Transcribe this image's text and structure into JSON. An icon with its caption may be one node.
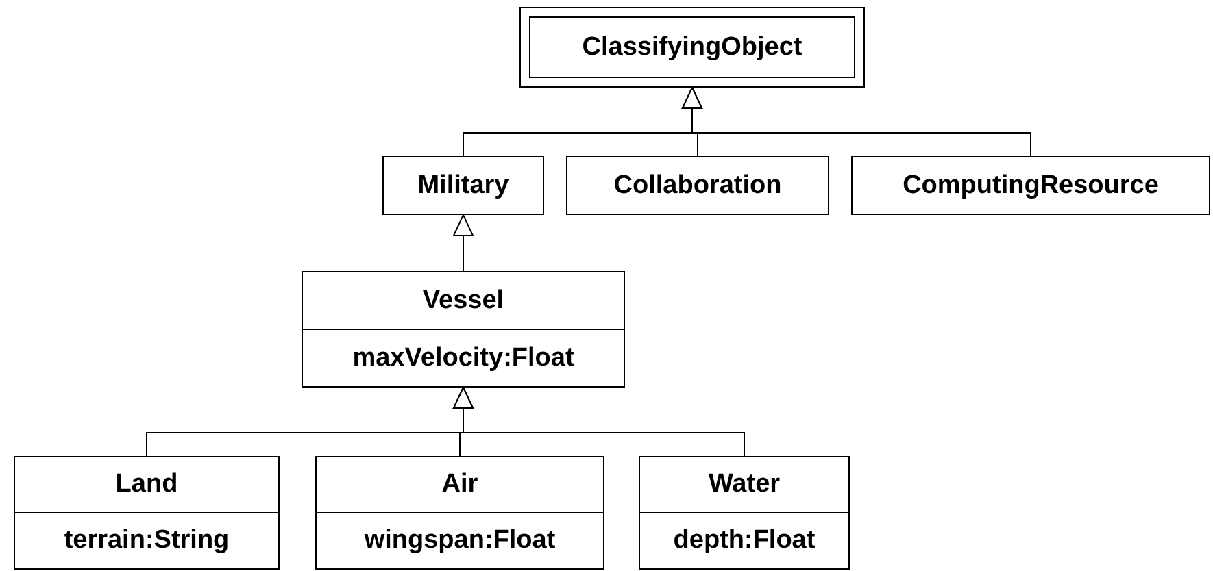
{
  "diagram": {
    "nodes": [
      {
        "text": [
          "ClassifyingObject"
        ]
      },
      {
        "text": [
          "Military"
        ]
      },
      {
        "text": [
          "Collaboration"
        ]
      },
      {
        "text": [
          "ComputingResource"
        ]
      },
      {
        "text": [
          "Vessel",
          "maxVelocity:Float"
        ]
      },
      {
        "text": [
          "Land",
          "terrain:String"
        ]
      },
      {
        "text": [
          "Air",
          "wingspan:Float"
        ]
      },
      {
        "text": [
          "Water",
          "depth:Float"
        ]
      }
    ],
    "edges": [
      {
        "from": 1,
        "to": 0,
        "arrow": "to"
      },
      {
        "from": 2,
        "to": 0,
        "arrow": "to"
      },
      {
        "from": 3,
        "to": 0,
        "arrow": "to"
      },
      {
        "from": 4,
        "to": 1,
        "arrow": "to"
      },
      {
        "from": 5,
        "to": 4,
        "arrow": "to"
      },
      {
        "from": 6,
        "to": 4,
        "arrow": "to"
      },
      {
        "from": 7,
        "to": 4,
        "arrow": "to"
      }
    ]
  }
}
